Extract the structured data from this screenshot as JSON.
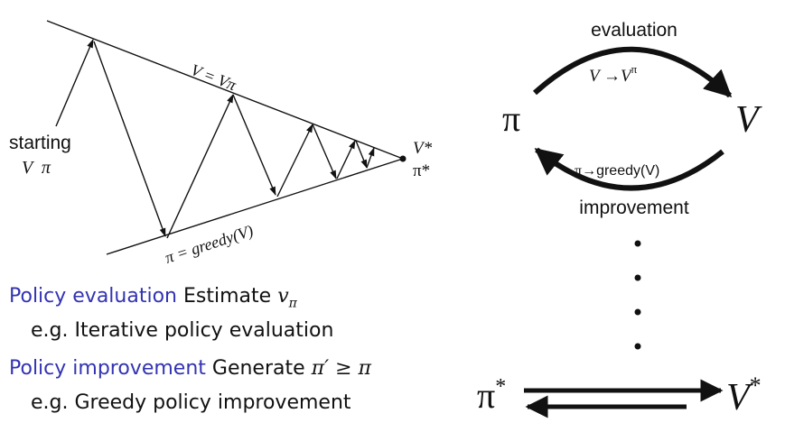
{
  "left_diagram": {
    "top_line_label": "V = Vπ",
    "bottom_line_label": "π = greedy(V)",
    "start_label_1": "starting",
    "start_label_2": "V  π",
    "converge_label_v": "V*",
    "converge_label_pi": "π*"
  },
  "right_diagram": {
    "evaluation_label": "evaluation",
    "evaluation_formula": "V →V",
    "evaluation_formula_sup": "π",
    "pi_label": "π",
    "v_label": "V",
    "improvement_formula_left": "π→",
    "improvement_formula_right": "greedy(V)",
    "improvement_label": "improvement",
    "pi_star_base": "π",
    "pi_star_sup": "*",
    "v_star_base": "V",
    "v_star_sup": "*"
  },
  "bullets": {
    "line1_term": "Policy evaluation",
    "line1_text": "Estimate",
    "line1_math": "v",
    "line1_math_sub": "π",
    "line2": "e.g. Iterative policy evaluation",
    "line3_term": "Policy improvement",
    "line3_text": "Generate",
    "line3_math": "π′ ≥ π",
    "line4": "e.g. Greedy policy improvement"
  }
}
